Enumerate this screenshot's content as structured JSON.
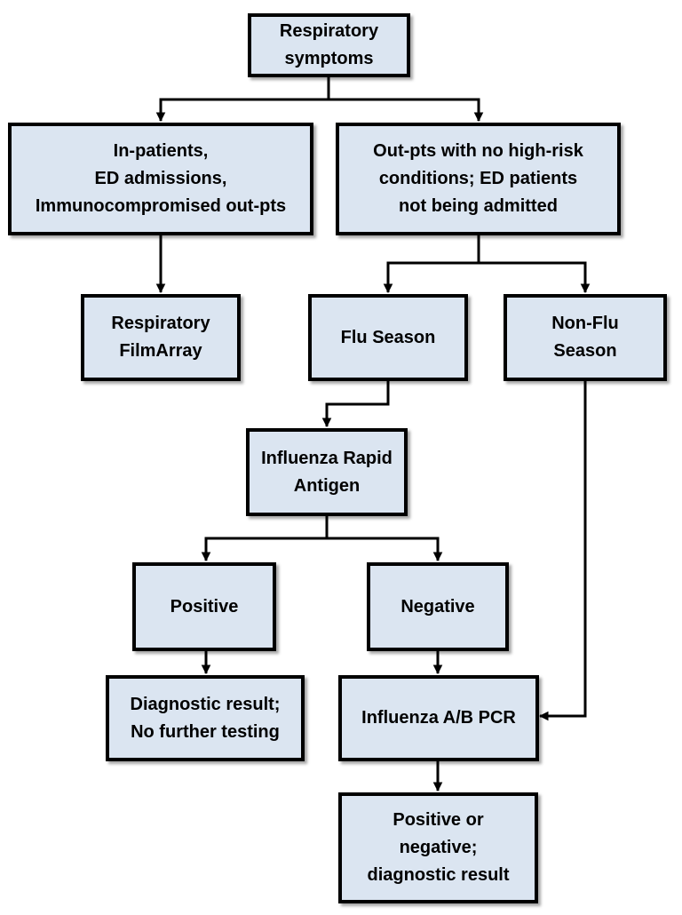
{
  "diagram": {
    "type": "flowchart",
    "colors": {
      "box_fill": "#dbe5f1",
      "box_border": "#000000",
      "line": "#000000",
      "text": "#000000"
    },
    "nodes": {
      "respiratory_symptoms": "Respiratory\nsymptoms",
      "inpatients": "In-patients,\nED admissions,\nImmunocompromised out-pts",
      "outpatients": "Out-pts with no high-risk\nconditions; ED patients\nnot being admitted",
      "respiratory_filmarray": "Respiratory\nFilmArray",
      "flu_season": "Flu Season",
      "non_flu_season": "Non-Flu\nSeason",
      "influenza_rapid_antigen": "Influenza Rapid\nAntigen",
      "positive": "Positive",
      "negative": "Negative",
      "diagnostic_result_no_further": "Diagnostic result;\nNo further testing",
      "influenza_ab_pcr": "Influenza A/B PCR",
      "final_result": "Positive or\nnegative;\ndiagnostic result"
    },
    "edges": [
      {
        "from": "respiratory_symptoms",
        "to": "inpatients"
      },
      {
        "from": "respiratory_symptoms",
        "to": "outpatients"
      },
      {
        "from": "inpatients",
        "to": "respiratory_filmarray"
      },
      {
        "from": "outpatients",
        "to": "flu_season"
      },
      {
        "from": "outpatients",
        "to": "non_flu_season"
      },
      {
        "from": "flu_season",
        "to": "influenza_rapid_antigen"
      },
      {
        "from": "influenza_rapid_antigen",
        "to": "positive"
      },
      {
        "from": "influenza_rapid_antigen",
        "to": "negative"
      },
      {
        "from": "positive",
        "to": "diagnostic_result_no_further"
      },
      {
        "from": "negative",
        "to": "influenza_ab_pcr"
      },
      {
        "from": "non_flu_season",
        "to": "influenza_ab_pcr"
      },
      {
        "from": "influenza_ab_pcr",
        "to": "final_result"
      }
    ]
  }
}
